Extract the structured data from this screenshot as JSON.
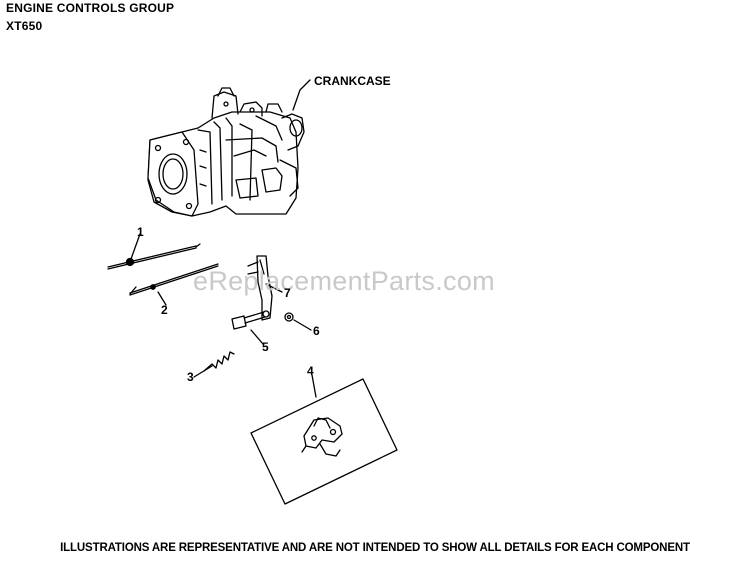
{
  "header": {
    "title": "ENGINE CONTROLS GROUP",
    "model": "XT650"
  },
  "callouts": {
    "crankcase": "CRANKCASE",
    "p1": "1",
    "p2": "2",
    "p3": "3",
    "p4": "4",
    "p5": "5",
    "p6": "6",
    "p7": "7"
  },
  "watermark": "eReplacementParts.com",
  "footer": {
    "disclaimer": "ILLUSTRATIONS ARE REPRESENTATIVE AND ARE NOT INTENDED TO SHOW ALL DETAILS FOR EACH COMPONENT"
  }
}
